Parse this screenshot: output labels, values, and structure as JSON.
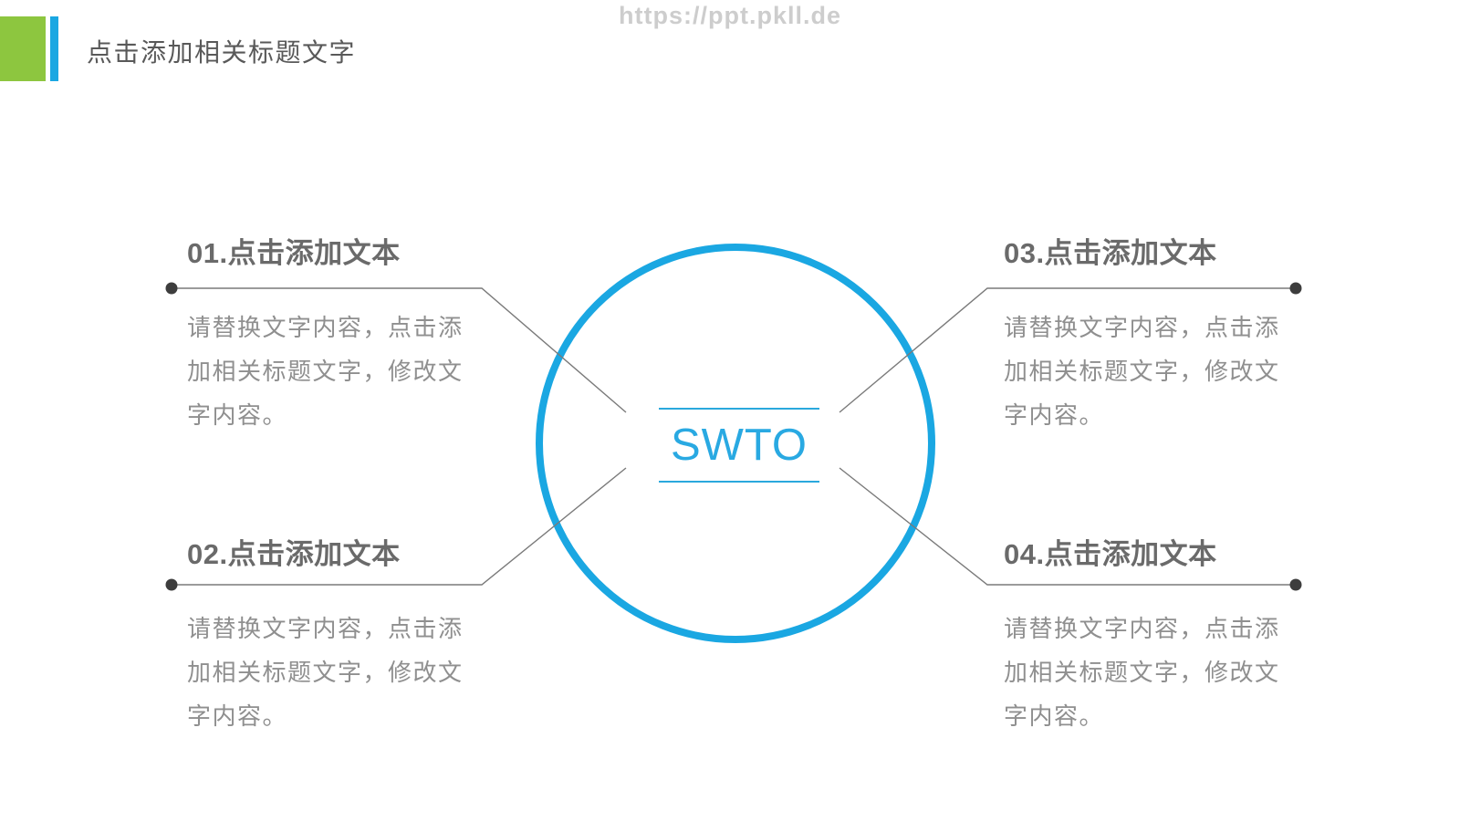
{
  "watermark": {
    "text": "https://ppt.pkll.de"
  },
  "header": {
    "title": "点击添加相关标题文字"
  },
  "center": {
    "label": "SWTO"
  },
  "blocks": [
    {
      "id": "01",
      "heading": "01.点击添加文本",
      "body_lines": [
        "请替换文字内容，点击添",
        "加相关标题文字，修改文",
        "字内容。"
      ]
    },
    {
      "id": "02",
      "heading": "02.点击添加文本",
      "body_lines": [
        "请替换文字内容，点击添",
        "加相关标题文字，修改文",
        "字内容。"
      ]
    },
    {
      "id": "03",
      "heading": "03.点击添加文本",
      "body_lines": [
        "请替换文字内容，点击添",
        "加相关标题文字，修改文",
        "字内容。"
      ]
    },
    {
      "id": "04",
      "heading": "04.点击添加文本",
      "body_lines": [
        "请替换文字内容，点击添",
        "加相关标题文字，修改文",
        "字内容。"
      ]
    }
  ],
  "colors": {
    "accent_blue": "#1aa7e2",
    "accent_green": "#8dc63f",
    "center_text_blue": "#29a9e2",
    "center_rule_blue": "#2aa8dd",
    "title_gray": "#595959",
    "heading_gray": "#6a6a6a",
    "body_gray": "#8f8f8f",
    "connector_gray": "#7a7a7a",
    "dot_gray": "#3d3d3d",
    "watermark_gray": "#cdcdcd"
  }
}
